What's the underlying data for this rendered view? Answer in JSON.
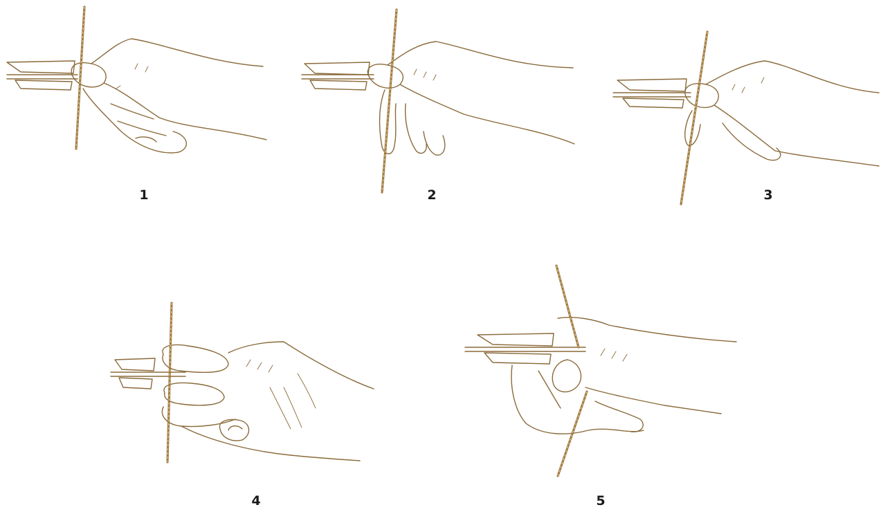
{
  "figure": {
    "panels": [
      {
        "label": "1"
      },
      {
        "label": "2"
      },
      {
        "label": "3"
      },
      {
        "label": "4"
      },
      {
        "label": "5"
      }
    ]
  }
}
